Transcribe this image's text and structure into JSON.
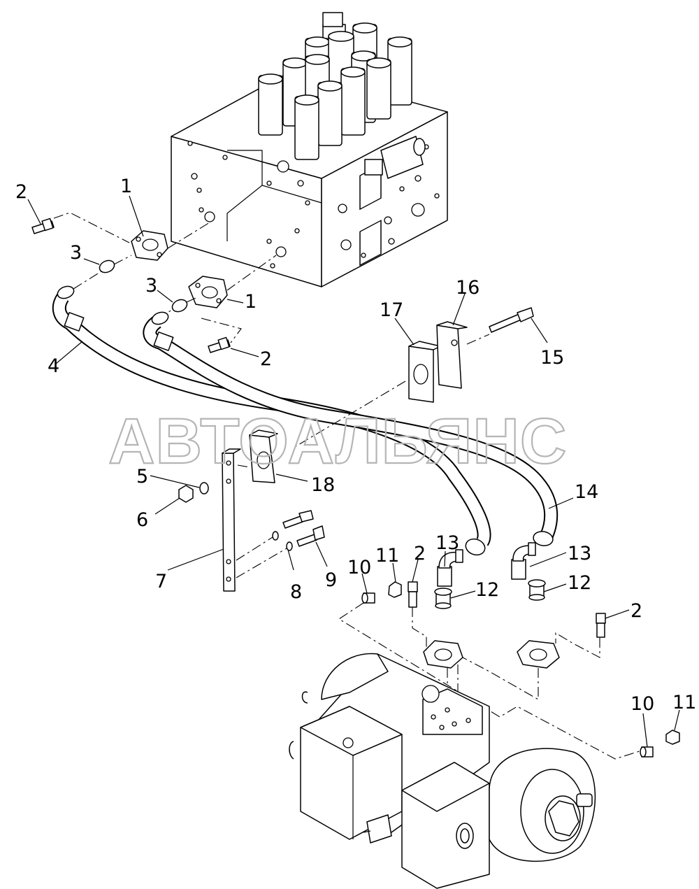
{
  "watermark": "АВТОАЛЬЯНС",
  "callouts": [
    {
      "id": "c1a",
      "text": "1"
    },
    {
      "id": "c1b",
      "text": "1"
    },
    {
      "id": "c2a",
      "text": "2"
    },
    {
      "id": "c2b",
      "text": "2"
    },
    {
      "id": "c2c",
      "text": "2"
    },
    {
      "id": "c2d",
      "text": "2"
    },
    {
      "id": "c3a",
      "text": "3"
    },
    {
      "id": "c3b",
      "text": "3"
    },
    {
      "id": "c4",
      "text": "4"
    },
    {
      "id": "c5",
      "text": "5"
    },
    {
      "id": "c6",
      "text": "6"
    },
    {
      "id": "c7",
      "text": "7"
    },
    {
      "id": "c8",
      "text": "8"
    },
    {
      "id": "c9",
      "text": "9"
    },
    {
      "id": "c10a",
      "text": "10"
    },
    {
      "id": "c10b",
      "text": "10"
    },
    {
      "id": "c11a",
      "text": "11"
    },
    {
      "id": "c11b",
      "text": "11"
    },
    {
      "id": "c12a",
      "text": "12"
    },
    {
      "id": "c12b",
      "text": "12"
    },
    {
      "id": "c13a",
      "text": "13"
    },
    {
      "id": "c13b",
      "text": "13"
    },
    {
      "id": "c14",
      "text": "14"
    },
    {
      "id": "c15",
      "text": "15"
    },
    {
      "id": "c16",
      "text": "16"
    },
    {
      "id": "c17",
      "text": "17"
    },
    {
      "id": "c18",
      "text": "18"
    }
  ]
}
